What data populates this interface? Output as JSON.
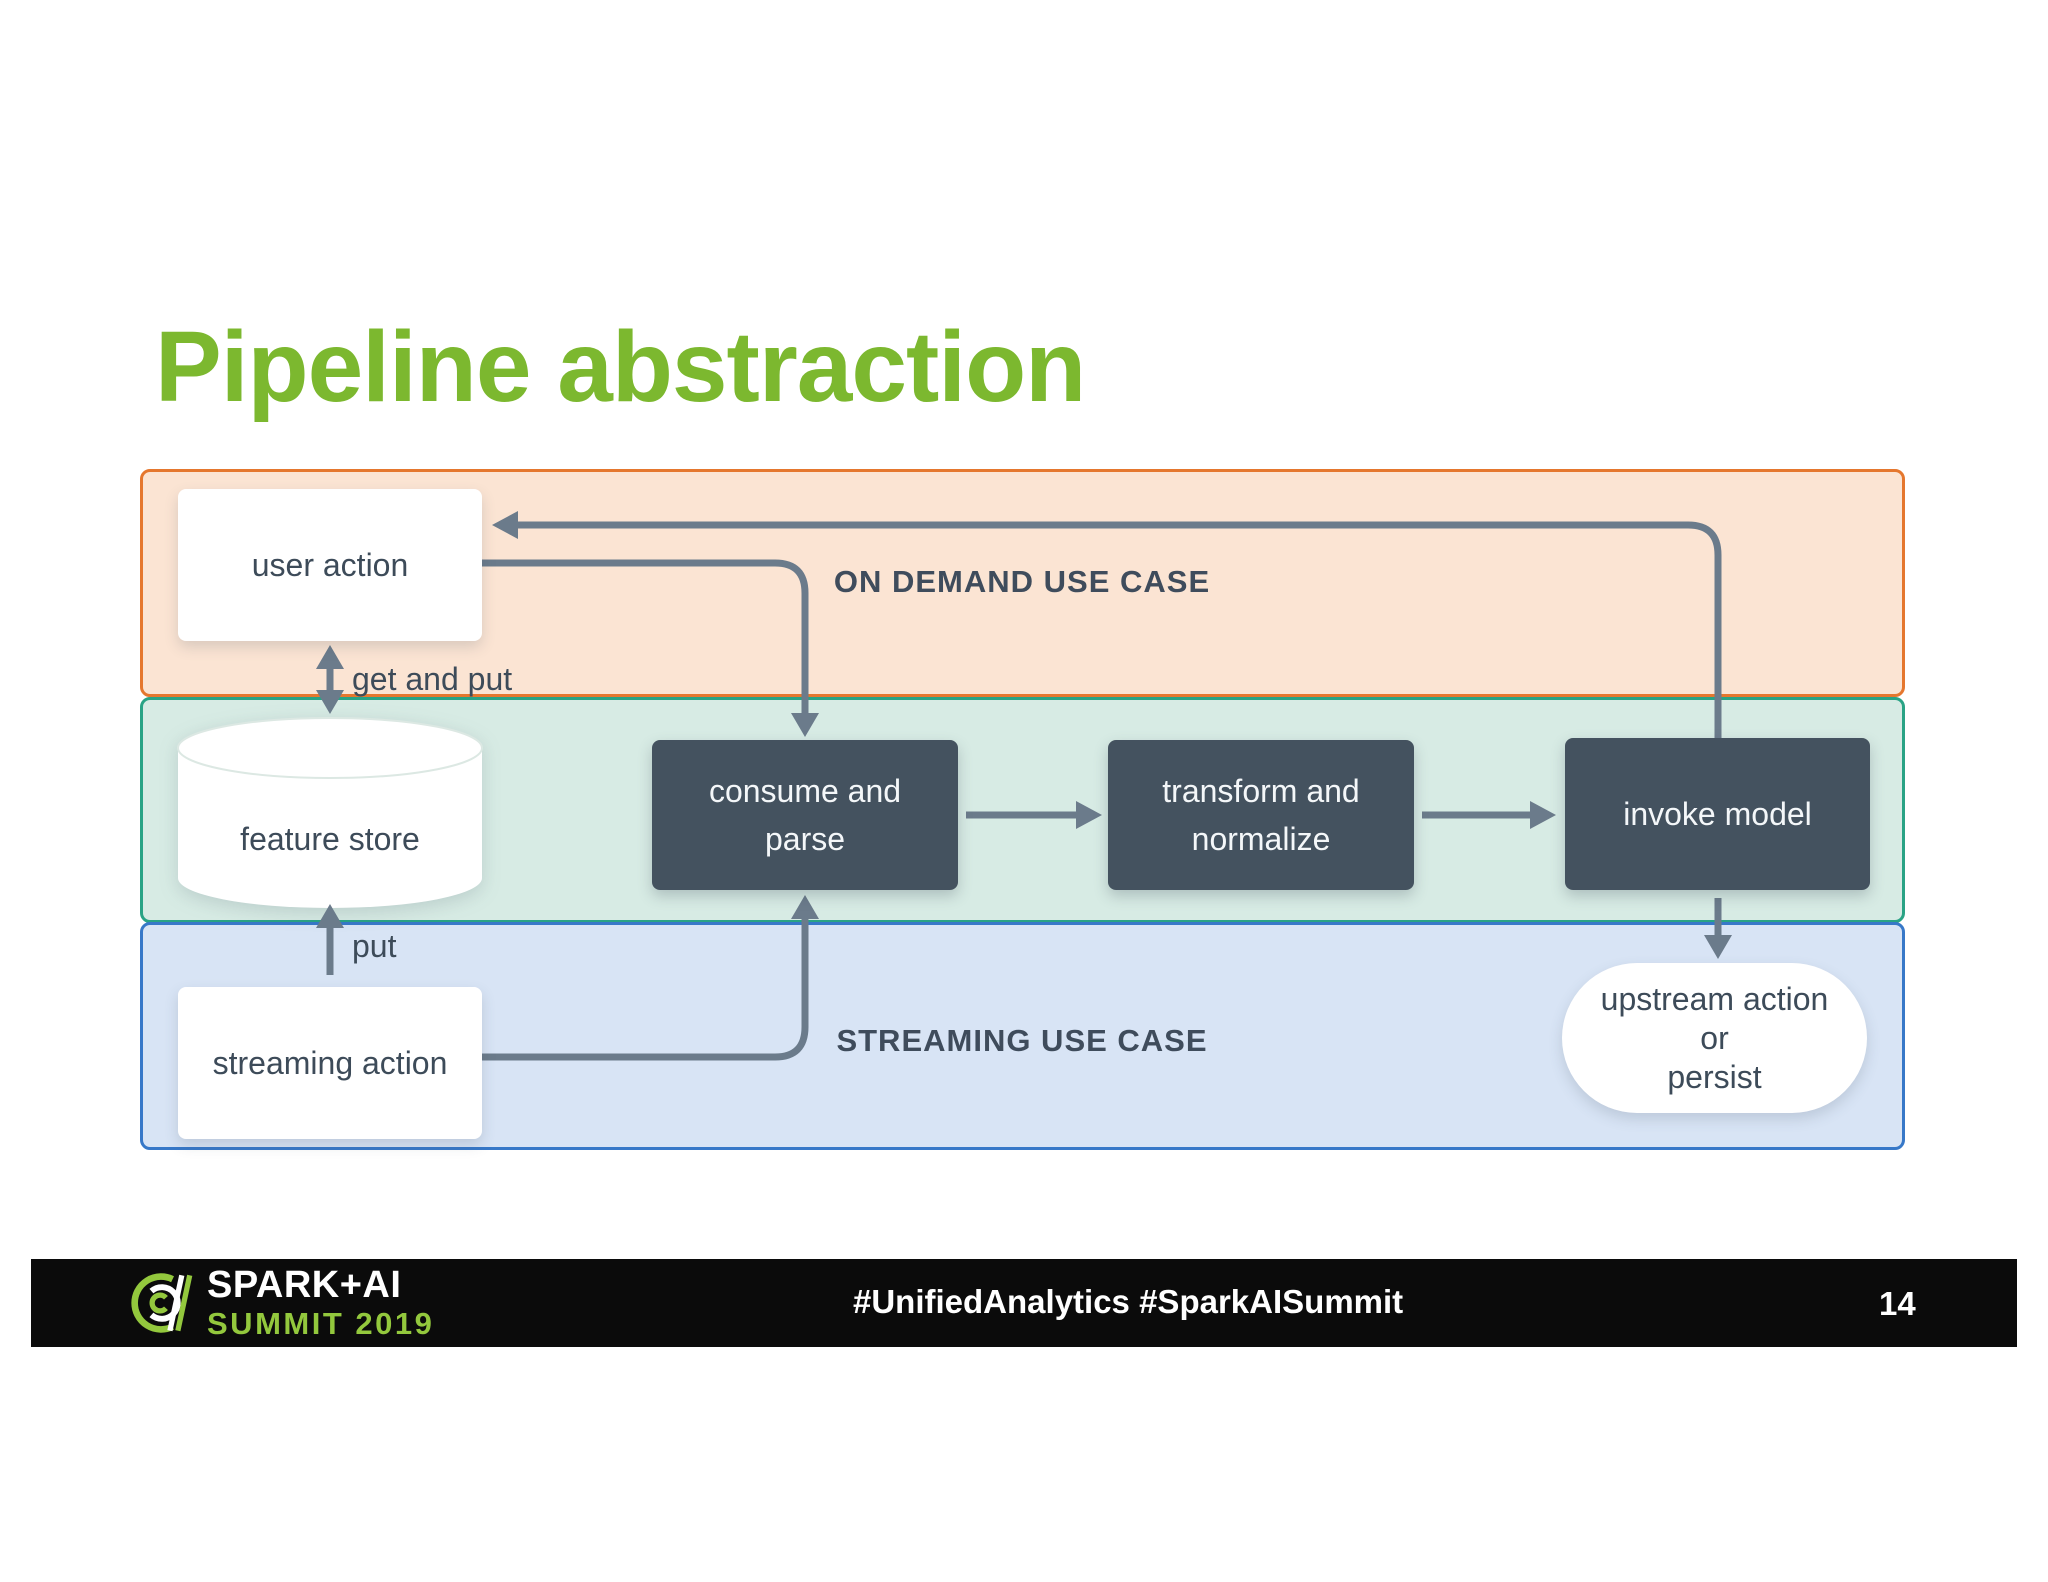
{
  "slide": {
    "title": "Pipeline abstraction",
    "page_number": "14",
    "footer": {
      "hashtags": "#UnifiedAnalytics #SparkAISummit",
      "logo_line1": "SPARK+AI",
      "logo_line2": "SUMMIT 2019"
    }
  },
  "diagram": {
    "bands": [
      {
        "id": "on-demand",
        "label": "ON DEMAND USE CASE",
        "fill": "#fbe4d3",
        "border": "#e5772e"
      },
      {
        "id": "feature-store-layer",
        "label": "",
        "fill": "#d7ebe4",
        "border": "#29a385"
      },
      {
        "id": "streaming",
        "label": "STREAMING USE CASE",
        "fill": "#d8e4f5",
        "border": "#3778c8"
      }
    ],
    "nodes": {
      "user_action": {
        "label": "user action"
      },
      "feature_store": {
        "label": "feature store"
      },
      "consume_parse": {
        "label": "consume and parse"
      },
      "transform_normalize": {
        "label": "transform and normalize"
      },
      "invoke_model": {
        "label": "invoke model"
      },
      "upstream_persist": {
        "lines": [
          "upstream action",
          "or",
          "persist"
        ]
      },
      "streaming_action": {
        "label": "streaming action"
      }
    },
    "edge_labels": {
      "get_and_put": "get and put",
      "put": "put"
    }
  },
  "colors": {
    "title_green": "#7cb82f",
    "logo_green": "#93c83d",
    "node_dark": "#44525f",
    "node_text": "#3d4b59",
    "arrow_gray": "#6b7b8b",
    "band_label": "#3f4c5c",
    "footer_bg": "#0b0b0b"
  }
}
